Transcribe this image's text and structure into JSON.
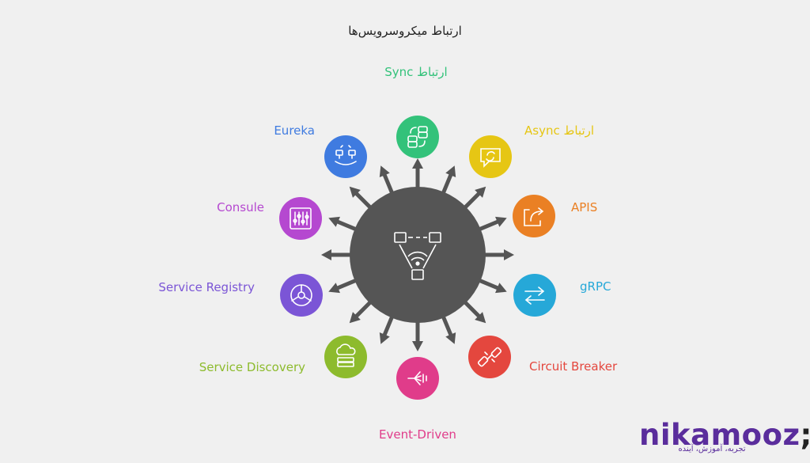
{
  "title": "ارتباط میکروسرویس‌ها",
  "nodes": [
    {
      "id": "sync",
      "label": "ارتباط Sync",
      "color": "#33c27a",
      "icon": "database-sync-icon"
    },
    {
      "id": "async",
      "label": "ارتباط Async",
      "color": "#e6c614",
      "icon": "chat-refresh-icon"
    },
    {
      "id": "apis",
      "label": "APIS",
      "color": "#ea8024",
      "icon": "share-arrow-icon"
    },
    {
      "id": "grpc",
      "label": "gRPC",
      "color": "#26a8d8",
      "icon": "transfer-arrows-icon"
    },
    {
      "id": "circuit-breaker",
      "label": "Circuit Breaker",
      "color": "#e4473e",
      "icon": "broken-link-icon"
    },
    {
      "id": "event-driven",
      "label": "Event-Driven",
      "color": "#e03c8a",
      "icon": "broadcast-icon"
    },
    {
      "id": "service-discovery",
      "label": "Service Discovery",
      "color": "#8dbb2d",
      "icon": "cloud-server-icon"
    },
    {
      "id": "service-registry",
      "label": "Service Registry",
      "color": "#7b55d6",
      "icon": "network-hub-icon"
    },
    {
      "id": "consule",
      "label": "Consule",
      "color": "#b548d0",
      "icon": "sliders-icon"
    },
    {
      "id": "eureka",
      "label": "Eureka",
      "color": "#3f7be0",
      "icon": "servers-cloud-icon"
    }
  ],
  "brand": {
    "name": "nikamooz",
    "semicolon": ";",
    "tagline": "تجربه، آموزش، آینده"
  },
  "colors": {
    "hub": "#555555",
    "background": "#f0f0f0"
  }
}
